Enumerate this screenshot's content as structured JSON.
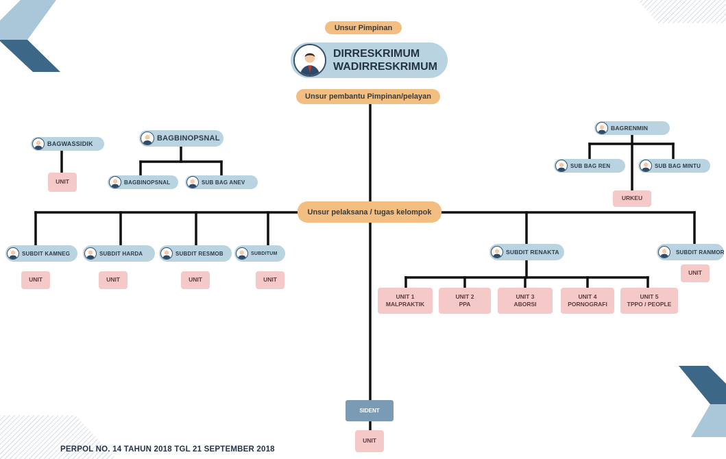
{
  "top_label": "Unsur Pimpinan",
  "leaders": {
    "line1": "DIRRESKRIMUM",
    "line2": "WADIRRESKRIMUM"
  },
  "helper_label": "Unsur pembantu Pimpinan/pelayan",
  "executor_label": "Unsur pelaksana / tugas kelompok",
  "bagwassidik": {
    "name": "BAGWASSIDIK",
    "unit": "UNIT"
  },
  "bagbinopsnal": {
    "name": "BAGBINOPSNAL",
    "children": [
      "BAGBINOPSNAL",
      "SUB BAG ANEV"
    ]
  },
  "bagrenmin": {
    "name": "BAGRENMIN",
    "children": [
      "SUB BAG REN",
      "SUB BAG MINTU"
    ],
    "urkeu": "URKEU"
  },
  "subdits": [
    {
      "name": "SUBDIT KAMNEG",
      "unit": "UNIT"
    },
    {
      "name": "SUBDIT HARDA",
      "unit": "UNIT"
    },
    {
      "name": "SUBDIT RESMOB",
      "unit": "UNIT"
    },
    {
      "name": "SUBDITUM",
      "unit": "UNIT"
    }
  ],
  "renakta": {
    "name": "SUBDIT RENAKTA",
    "units": [
      {
        "l1": "UNIT 1",
        "l2": "MALPRAKTIK"
      },
      {
        "l1": "UNIT 2",
        "l2": "PPA"
      },
      {
        "l1": "UNIT 3",
        "l2": "ABORSI"
      },
      {
        "l1": "UNIT 4",
        "l2": "PORNOGRAFI"
      },
      {
        "l1": "UNIT 5",
        "l2": "TPPO / PEOPLE"
      }
    ]
  },
  "ranmor": {
    "name": "SUBDIT RANMOR",
    "unit": "UNIT"
  },
  "sident": {
    "name": "SIDENT",
    "unit": "UNIT"
  },
  "footer": "PERPOL NO. 14 TAHUN 2018 TGL 21 SEPTEMBER 2018",
  "colors": {
    "orange": "#f2be82",
    "blue": "#b9d3e0",
    "pink": "#f6c9c9",
    "line": "#111111",
    "accent_dark": "#3c6787",
    "accent_light": "#a9c7d8"
  }
}
